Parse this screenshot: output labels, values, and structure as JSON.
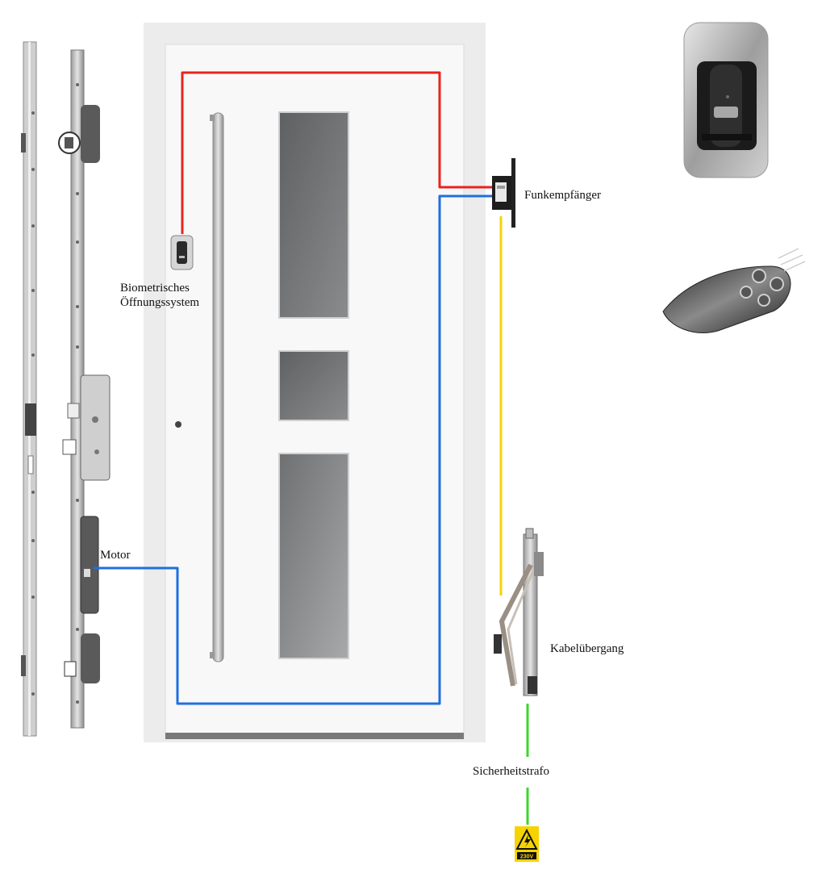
{
  "labels": {
    "biometric_line1": "Biometrisches",
    "biometric_line2": "Öffnungssystem",
    "receiver": "Funkempfänger",
    "motor": "Motor",
    "cable_transfer": "Kabelübergang",
    "safety_transformer": "Sicherheitstrafo",
    "voltage": "230V"
  },
  "wires": {
    "biometric": "#e8231f",
    "motor": "#1f6fe0",
    "receiver_power": "#f5d20a",
    "mains": "#3cd62b"
  },
  "icons": {
    "fingerprint_scanner": "fingerprint-scanner-icon",
    "remote": "remote-key-fob-icon",
    "hazard": "high-voltage-warning-icon"
  }
}
